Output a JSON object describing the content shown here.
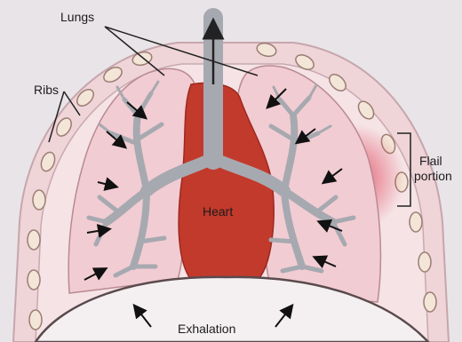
{
  "labels": {
    "lungs": "Lungs",
    "ribs": "Ribs",
    "heart": "Heart",
    "exhalation": "Exhalation",
    "flail_line1": "Flail",
    "flail_line2": "portion"
  },
  "colors": {
    "background": "#e9e4e7",
    "chest_wall": "#efd4d8",
    "lung_fill": "#f2ccd3",
    "lung_outline": "#b98a92",
    "heart": "#c23a2c",
    "bronchi": "#a7a9b0",
    "flail_highlight": "#e0455a",
    "arrow": "#111111"
  },
  "icons": {
    "airflow": "up-arrow-icon",
    "pressure": "inward-arrow-icon"
  }
}
